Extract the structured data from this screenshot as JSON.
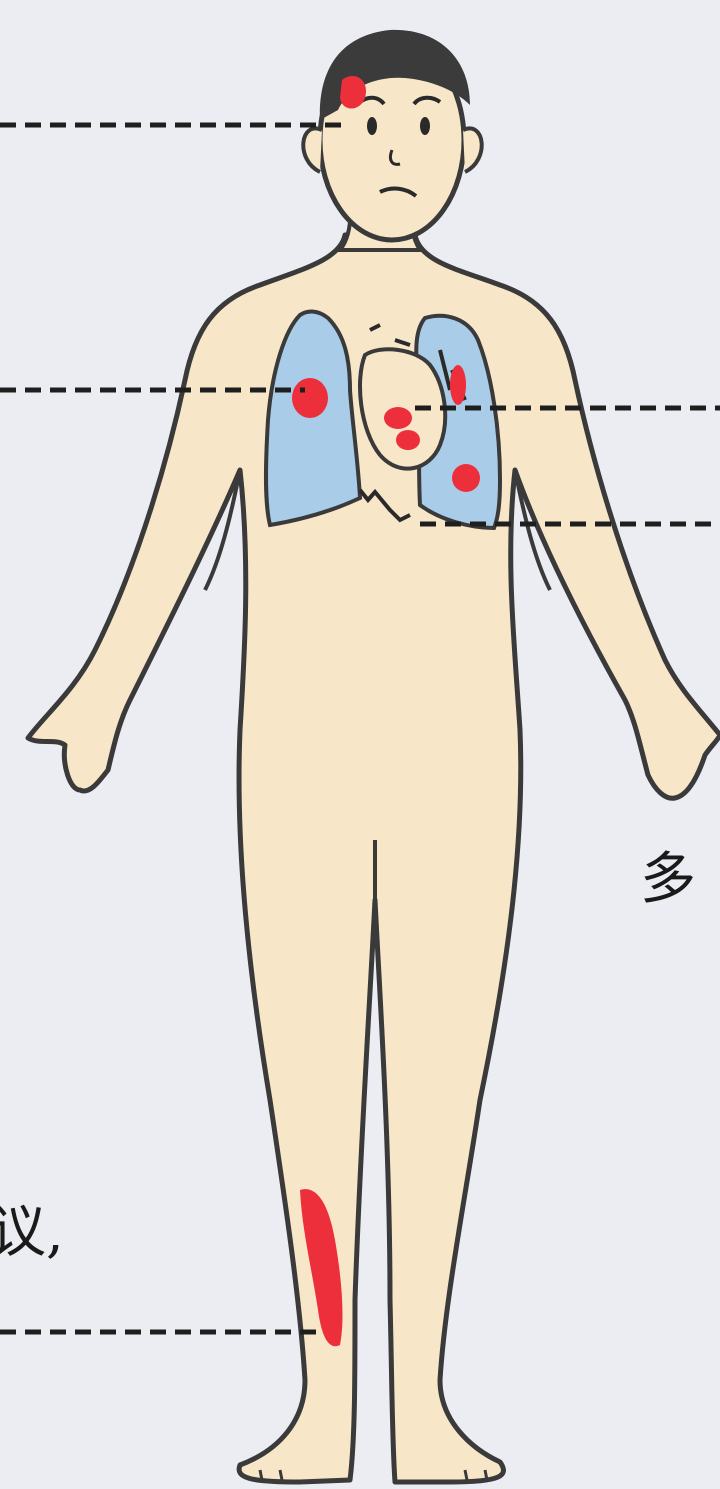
{
  "labels": {
    "right_partial": "多",
    "left_partial": "议,"
  },
  "colors": {
    "background": "#ecedf3",
    "skin": "#f7e6c8",
    "outline": "#3a3a3a",
    "lung": "#a9cde8",
    "lesion": "#ec2f3a",
    "hair": "#3b3b3b",
    "leader_line": "#1e1e1e"
  },
  "leader_lines": [
    "head",
    "right-lung",
    "heart",
    "lower-chest",
    "lower-leg"
  ],
  "lesion_sites": [
    "forehead",
    "right-lung",
    "heart",
    "left-lung",
    "lower-leg"
  ]
}
